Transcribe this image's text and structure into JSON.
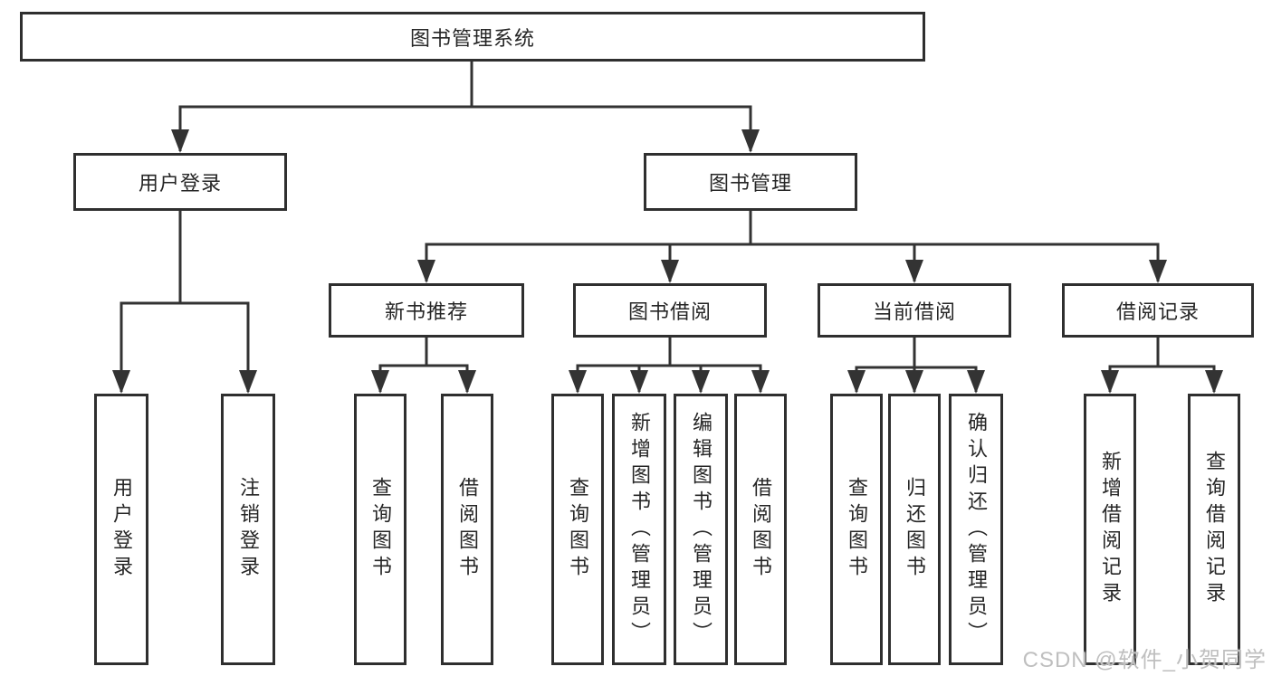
{
  "title": {
    "label": "图书管理系统"
  },
  "level2": [
    {
      "label": "用户登录"
    },
    {
      "label": "图书管理"
    }
  ],
  "level3": [
    {
      "label": "新书推荐"
    },
    {
      "label": "图书借阅"
    },
    {
      "label": "当前借阅"
    },
    {
      "label": "借阅记录"
    }
  ],
  "leaves": {
    "user_login": [
      {
        "label": "用户登录"
      },
      {
        "label": "注销登录"
      }
    ],
    "new_book_recommend": [
      {
        "label": "查询图书"
      },
      {
        "label": "借阅图书"
      }
    ],
    "book_borrowing": [
      {
        "label": "查询图书"
      },
      {
        "label": "新增图书（管理员）"
      },
      {
        "label": "编辑图书（管理员）"
      },
      {
        "label": "借阅图书"
      }
    ],
    "current_borrowing": [
      {
        "label": "查询图书"
      },
      {
        "label": "归还图书"
      },
      {
        "label": "确认归还（管理员）"
      }
    ],
    "borrowing_records": [
      {
        "label": "新增借阅记录"
      },
      {
        "label": "查询借阅记录"
      }
    ]
  },
  "watermark": {
    "text": "CSDN @软件_小贺同学"
  },
  "colors": {
    "line": "#333333",
    "border": "#2f2f2f",
    "text": "#262626",
    "watermark": "#bfbfbf",
    "background": "#ffffff"
  }
}
